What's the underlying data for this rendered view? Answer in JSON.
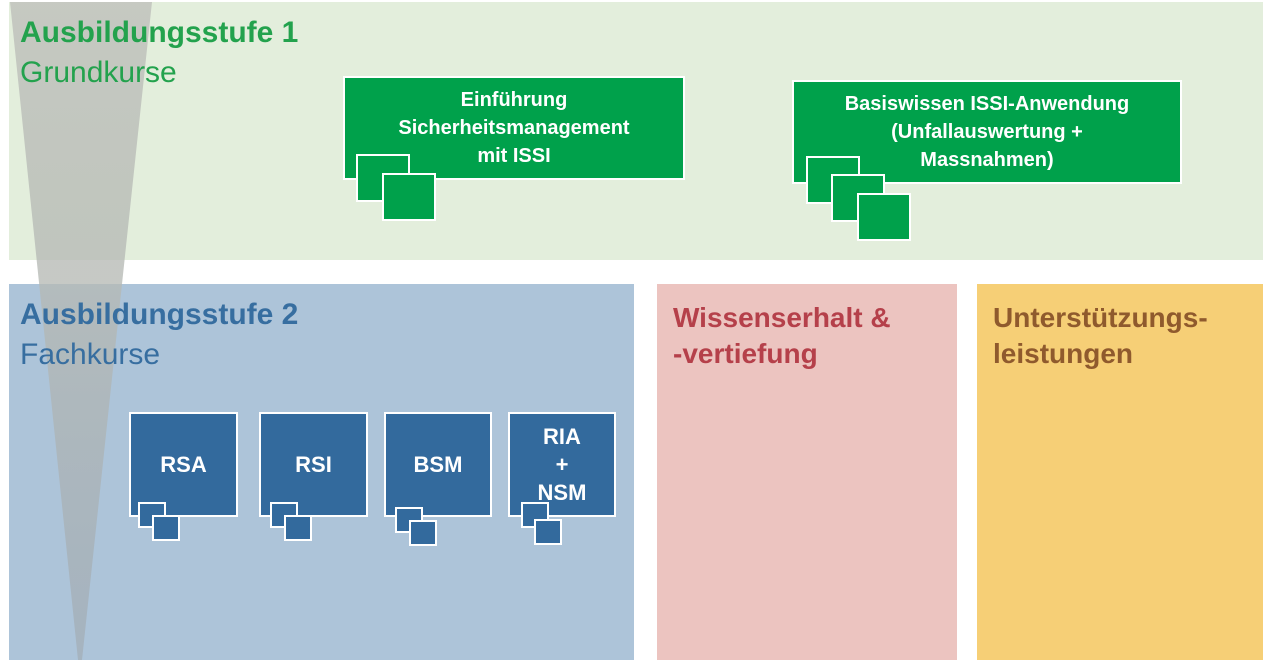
{
  "stage1": {
    "title": "Ausbildungsstufe 1",
    "subtitle": "Grundkurse",
    "courses": [
      "Einführung\nSicherheitsmanagement\nmit ISSI",
      "Basiswissen ISSI-Anwendung\n(Unfallauswertung +\nMassnahmen)"
    ]
  },
  "stage2": {
    "title": "Ausbildungsstufe 2",
    "subtitle": "Fachkurse",
    "courses": [
      "RSA",
      "RSI",
      "BSM",
      "RIA\n+\nNSM"
    ]
  },
  "wissen": {
    "title": "Wissenserhalt &\n-vertiefung"
  },
  "unterstuetzung": {
    "title": "Unterstützungs-\nleistungen"
  },
  "colors": {
    "stage1_bg": "#e3eedc",
    "stage1_accent": "#23a24d",
    "stage2_bg": "#adc4d9",
    "stage2_accent": "#376ea0",
    "wissen_bg": "#ecc4c0",
    "wissen_accent": "#b5404a",
    "unter_bg": "#f6cf76",
    "unter_accent": "#8f5a2d",
    "course_green": "#00a14b",
    "course_blue": "#336a9d"
  }
}
